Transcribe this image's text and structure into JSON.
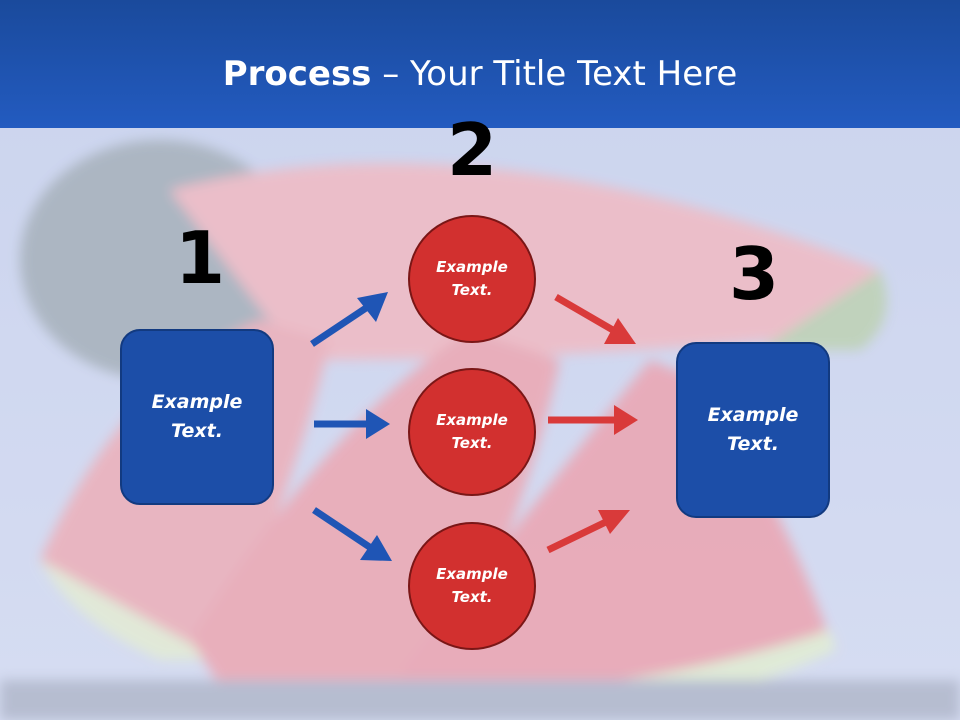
{
  "slide": {
    "title_bold": "Process",
    "title_rest": " – Your Title Text Here"
  },
  "steps": {
    "num1": "1",
    "num2": "2",
    "num3": "3"
  },
  "box_left": {
    "line1": "Example",
    "line2": "Text."
  },
  "box_right": {
    "line1": "Example",
    "line2": "Text."
  },
  "circles": [
    {
      "line1": "Example",
      "line2": "Text."
    },
    {
      "line1": "Example",
      "line2": "Text."
    },
    {
      "line1": "Example",
      "line2": "Text."
    }
  ],
  "colors": {
    "title_bar": "#235bc0",
    "box_fill": "#1c4ea8",
    "circle_fill": "#d2302f",
    "arrow_blue": "#1f55b5",
    "arrow_red": "#d93a3a"
  }
}
